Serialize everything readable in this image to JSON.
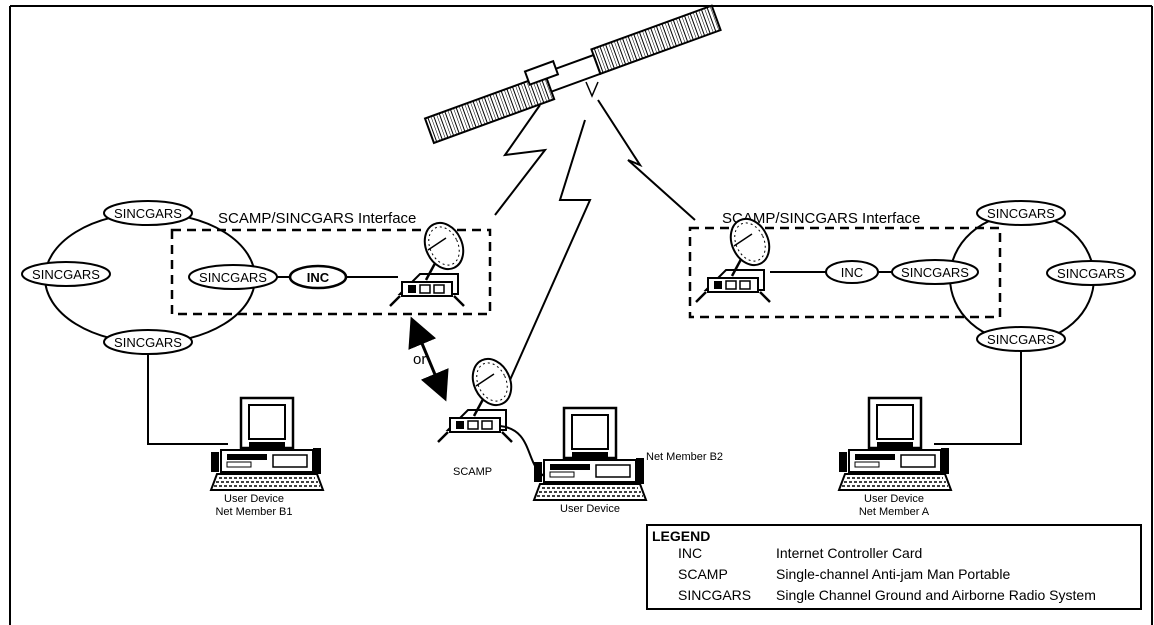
{
  "diagram": {
    "interface_left_label": "SCAMP/SINCGARS Interface",
    "interface_right_label": "SCAMP/SINCGARS Interface",
    "ring_left": {
      "top": "SINCGARS",
      "left": "SINCGARS",
      "bottom": "SINCGARS",
      "box_node": "SINCGARS",
      "inc": "INC"
    },
    "ring_right": {
      "top": "SINCGARS",
      "right": "SINCGARS",
      "bottom": "SINCGARS",
      "box_node": "SINCGARS",
      "inc": "INC"
    },
    "or_label": "or",
    "scamp_label": "SCAMP",
    "device_b1": {
      "line1": "User Device",
      "line2": "Net Member B1"
    },
    "device_center": {
      "line1": "User Device",
      "side": "Net Member B2"
    },
    "device_a": {
      "line1": "User Device",
      "line2": "Net Member A"
    }
  },
  "legend": {
    "title": "LEGEND",
    "entries": [
      {
        "abbr": "INC",
        "definition": "Internet Controller Card"
      },
      {
        "abbr": "SCAMP",
        "definition": "Single-channel Anti-jam Man Portable"
      },
      {
        "abbr": "SINCGARS",
        "definition": "Single Channel Ground and Airborne Radio System"
      }
    ]
  }
}
